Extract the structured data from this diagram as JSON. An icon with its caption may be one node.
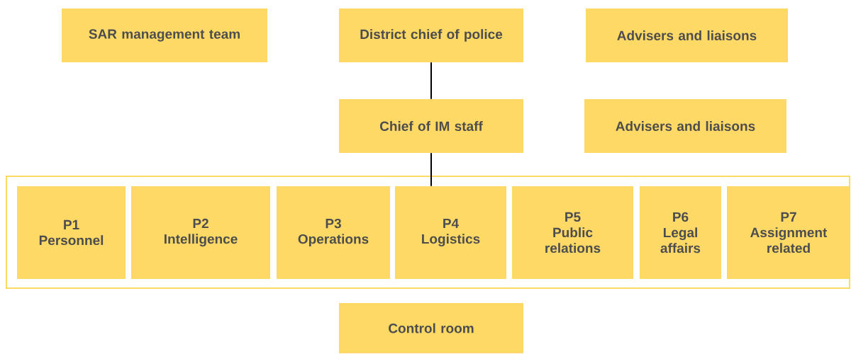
{
  "diagram": {
    "nodes": [
      {
        "text": [
          "SAR management team"
        ]
      },
      {
        "text": [
          "District chief of police"
        ]
      },
      {
        "text": [
          "Advisers and liaisons"
        ]
      },
      {
        "text": [
          "Chief of IM staff"
        ]
      },
      {
        "text": [
          "Advisers and liaisons"
        ]
      },
      {
        "text": [],
        "shape": "box"
      },
      {
        "text": [
          "P1",
          "Personnel"
        ],
        "in": 5
      },
      {
        "text": [
          "P2",
          "Intelligence"
        ],
        "in": 5
      },
      {
        "text": [
          "P3",
          "Operations"
        ],
        "in": 5
      },
      {
        "text": [
          "P4",
          "Logistics"
        ],
        "in": 5
      },
      {
        "text": [
          "P5",
          "Public relations"
        ],
        "in": 5
      },
      {
        "text": [
          "P6",
          "Legal affairs"
        ],
        "in": 5
      },
      {
        "text": [
          "P7",
          "Assignment related"
        ],
        "in": 5
      },
      {
        "text": [
          "Control room"
        ]
      }
    ],
    "edges": [
      {
        "from": 1,
        "to": 3,
        "arrow": "none"
      },
      {
        "from": 3,
        "to": 9,
        "arrow": "none"
      }
    ]
  }
}
